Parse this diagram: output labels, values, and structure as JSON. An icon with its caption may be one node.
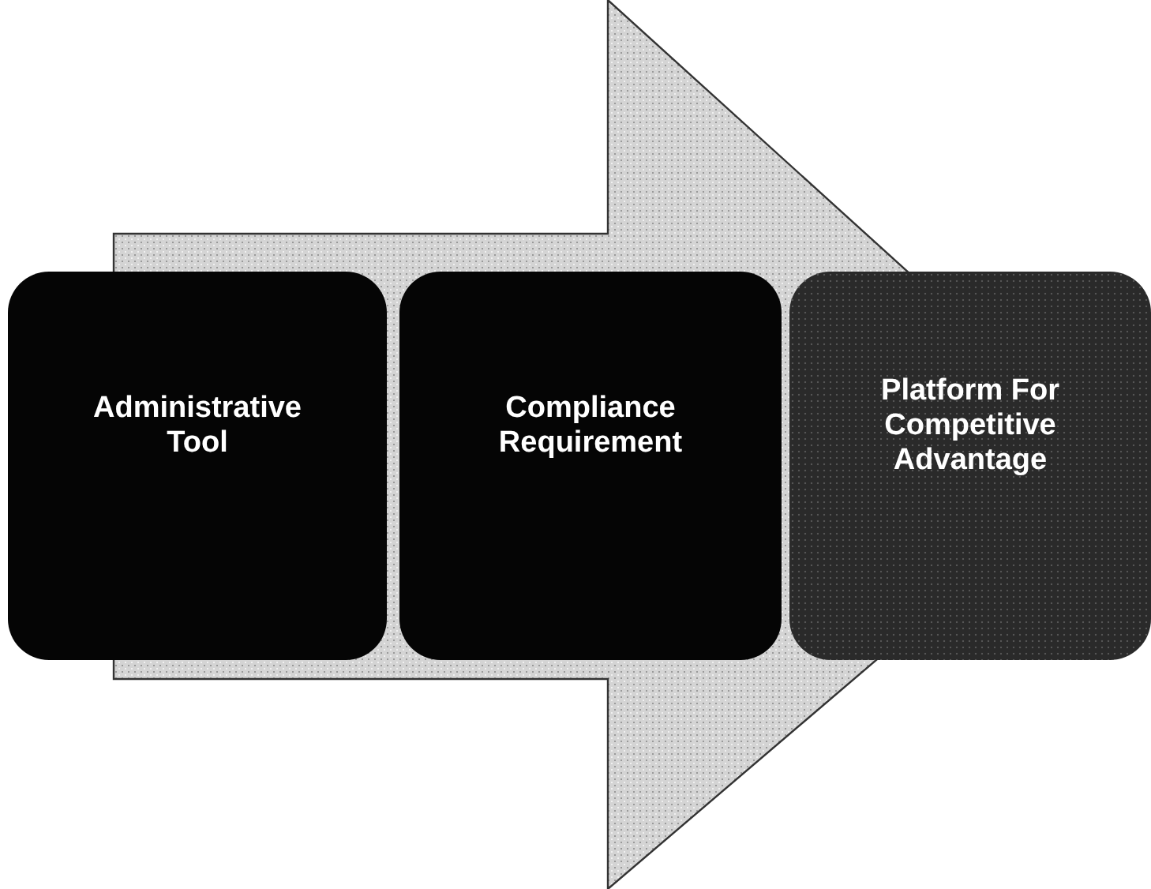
{
  "diagram": {
    "nodes": [
      {
        "text": [
          "Administrative Tool"
        ]
      },
      {
        "text": [
          "Compliance Requirement"
        ]
      },
      {
        "text": [
          "Platform For Competitive Advantage"
        ]
      }
    ],
    "edges": [
      {
        "from": 0,
        "to": 2,
        "arrow": "to"
      }
    ]
  }
}
